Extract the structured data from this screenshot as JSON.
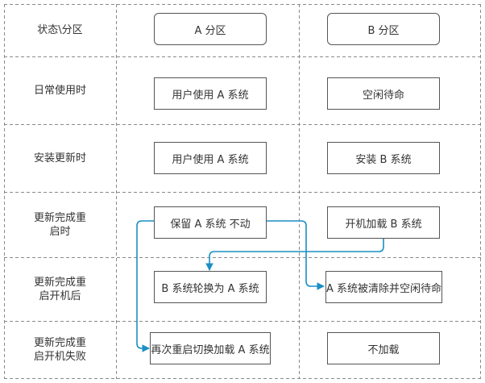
{
  "header": {
    "corner": "状态\\分区",
    "col_a": "A 分区",
    "col_b": "B 分区"
  },
  "rows": [
    {
      "label": "日常使用时",
      "a": "用户使用 A 系统",
      "b": "空闲待命"
    },
    {
      "label": "安装更新时",
      "a": "用户使用 A 系统",
      "b": "安装 B 系统"
    },
    {
      "label": "更新完成重\n启时",
      "a": "保留 A 系统 不动",
      "b": "开机加载 B 系统"
    },
    {
      "label": "更新完成重\n启开机后",
      "a": "B 系统轮换为 A 系统",
      "b": "A 系统被清除并空闲待命"
    },
    {
      "label": "更新完成重\n启开机失败",
      "a": "再次重启切换加载 A 系统",
      "b": "不加载"
    }
  ],
  "colors": {
    "grid": "#8a8a8a",
    "box_border": "#555555",
    "arrow": "#1a8fc4"
  }
}
